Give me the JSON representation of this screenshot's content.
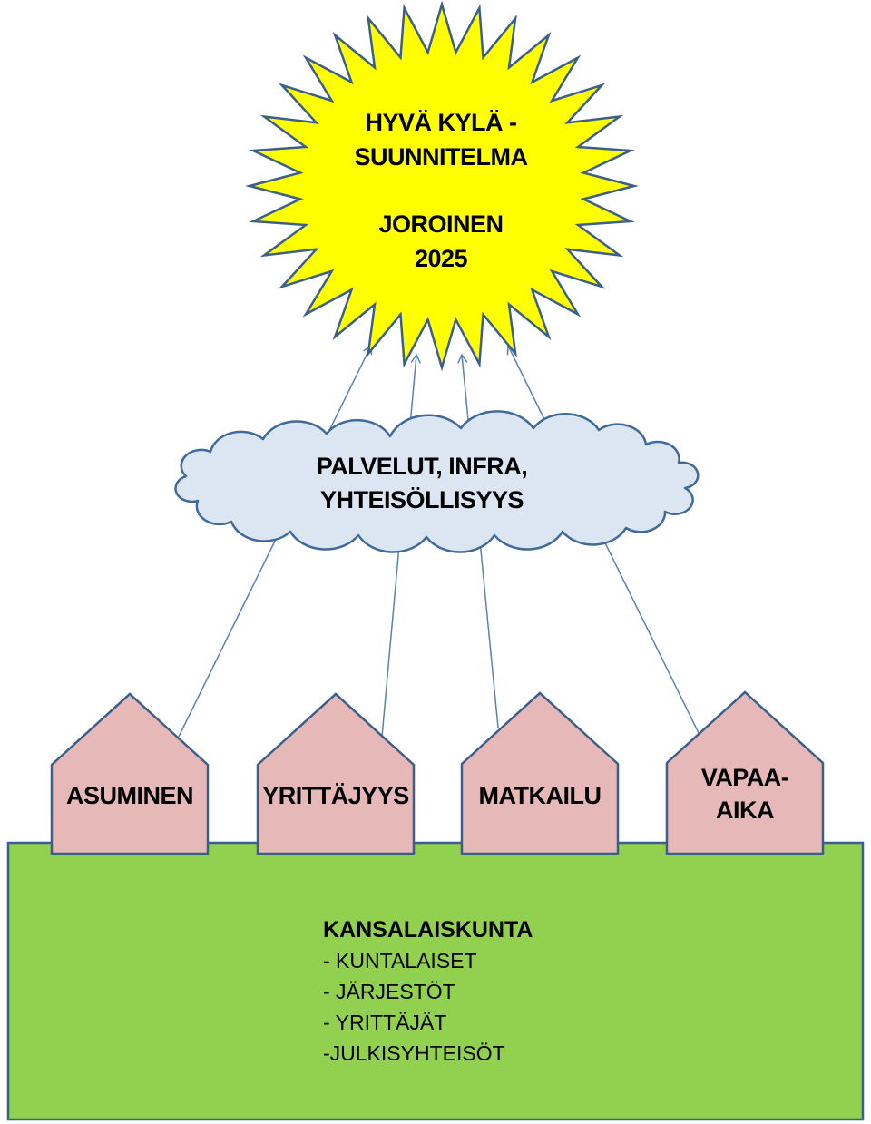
{
  "sun": {
    "lines": [
      "HYVÄ KYLÄ -",
      "SUUNNITELMA",
      "",
      "JOROINEN",
      "2025"
    ],
    "fill": "#ffff00",
    "stroke": "#3b5f8a"
  },
  "cloud": {
    "lines": [
      "PALVELUT, INFRA,",
      "YHTEISÖLLISYYS"
    ],
    "fill": "#dce6f2",
    "stroke": "#3f6a9a"
  },
  "houses": [
    {
      "label": "ASUMINEN"
    },
    {
      "label": "YRITTÄJYYS"
    },
    {
      "label": "MATKAILU"
    },
    {
      "label_lines": [
        "VAPAA-",
        "AIKA"
      ]
    }
  ],
  "house_style": {
    "fill": "#e6b9b8",
    "stroke": "#3b5f8a"
  },
  "ground": {
    "title": "KANSALAISKUNTA",
    "items": [
      "- KUNTALAISET",
      "- JÄRJESTÖT",
      "- YRITTÄJÄT",
      "-JULKISYHTEISÖT"
    ],
    "fill": "#92d050",
    "stroke": "#3b5f8a"
  },
  "arrow_color": "#5a82b0"
}
